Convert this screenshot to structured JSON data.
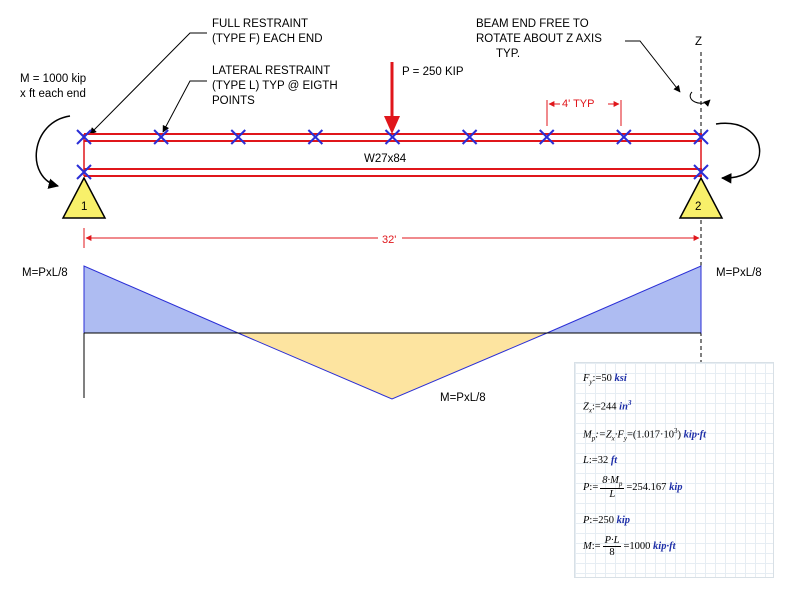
{
  "labels": {
    "full_restraint": [
      "FULL RESTRAINT",
      "(TYPE F) EACH END"
    ],
    "lateral_restraint": [
      "LATERAL RESTRAINT",
      "(TYPE L) TYP @ EIGTH",
      "POINTS"
    ],
    "beam_end_free": [
      "BEAM END FREE TO",
      "ROTATE ABOUT Z AXIS",
      "TYP."
    ],
    "z_axis": "Z",
    "end_moment": [
      "M = 1000 kip",
      "x ft each end"
    ],
    "load": "P = 250 KIP",
    "spacing": "4' TYP",
    "section": "W27x84",
    "span": "32'",
    "support_left": "1",
    "support_right": "2",
    "moment_left": "M=PxL/8",
    "moment_right": "M=PxL/8",
    "moment_mid": "M=PxL/8"
  },
  "calc": {
    "fy": {
      "lhs": "F",
      "sub": "y",
      "op": ":=",
      "value": "50",
      "unit": "ksi"
    },
    "zx": {
      "lhs": "Z",
      "sub": "x",
      "op": ":=",
      "value": "244",
      "unit": "in",
      "sup": "3"
    },
    "mp": {
      "lhs": "M",
      "sub": "p",
      "expr": ":=Z",
      "mid": "·F",
      "result": "=(1.017·10",
      "sup": "3",
      "tail": ")",
      "unit": "kip·ft"
    },
    "l": {
      "lhs": "L",
      "op": ":=",
      "value": "32",
      "unit": "ft"
    },
    "p1": {
      "lhs": "P",
      "op": ":=",
      "num": "8·M",
      "num_sub": "p",
      "den": "L",
      "result": "=254.167",
      "unit": "kip"
    },
    "p2": {
      "lhs": "P",
      "op": ":=",
      "value": "250",
      "unit": "kip"
    },
    "m": {
      "lhs": "M",
      "op": ":=",
      "num": "P·L",
      "den": "8",
      "result": "=1000",
      "unit": "kip·ft"
    }
  },
  "colors": {
    "beam": "#e0161b",
    "restraint": "#2a2ed6",
    "negative_moment": "#aebcf2",
    "positive_moment": "#fde4a0",
    "support": "#f8f06a",
    "unit": "#1e2fa8"
  }
}
